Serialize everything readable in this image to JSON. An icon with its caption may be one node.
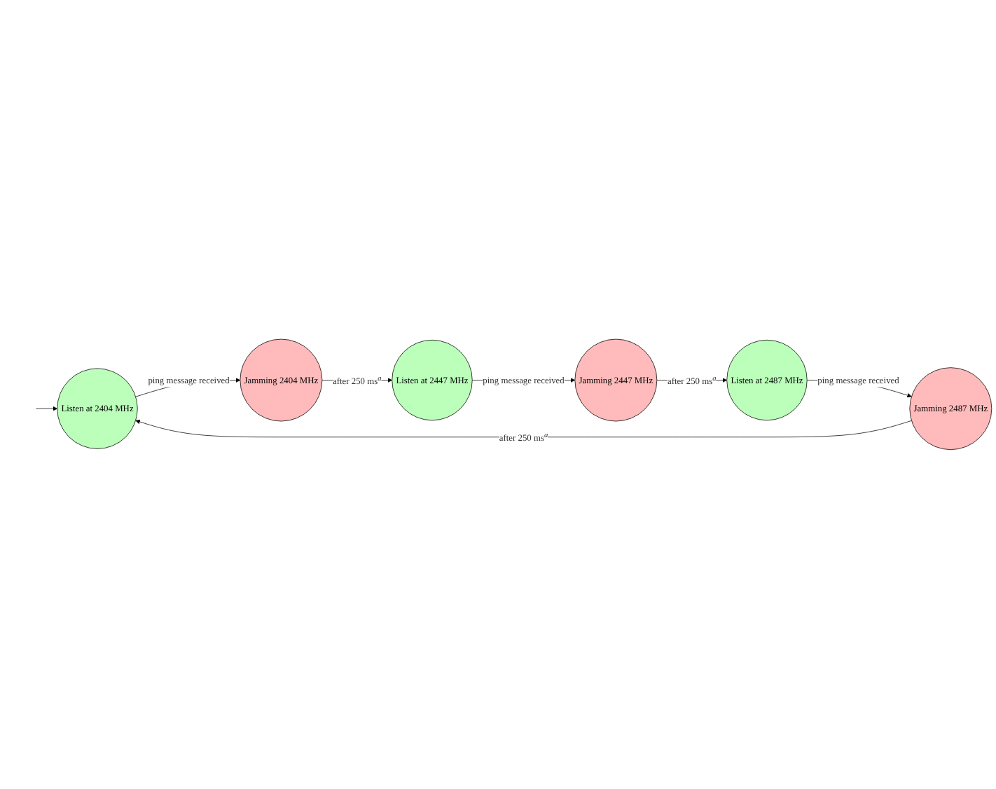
{
  "diagram": {
    "nodes": [
      {
        "text": [
          "Listen at 2404 MHz"
        ]
      },
      {
        "text": [
          "Jamming 2404 MHz"
        ]
      },
      {
        "text": [
          "Listen at 2447 MHz"
        ]
      },
      {
        "text": [
          "Jamming 2447 MHz"
        ]
      },
      {
        "text": [
          "Listen at 2487 MHz"
        ]
      },
      {
        "text": [
          "Jamming 2487 MHz"
        ]
      }
    ],
    "edges": [
      {
        "from": null,
        "to": 0,
        "arrow": "to"
      },
      {
        "from": 0,
        "to": 1,
        "arrow": "to",
        "label": "ping message received"
      },
      {
        "from": 1,
        "to": 2,
        "arrow": "to",
        "label": "after 250 ms$^{a}$"
      },
      {
        "from": 2,
        "to": 3,
        "arrow": "to",
        "label": "ping message received"
      },
      {
        "from": 3,
        "to": 4,
        "arrow": "to",
        "label": "after 250 ms$^{a}$"
      },
      {
        "from": 4,
        "to": 5,
        "arrow": "to",
        "label": "ping message received"
      },
      {
        "from": 5,
        "to": 0,
        "arrow": "to",
        "label": "after 250 ms$^{a}$"
      }
    ]
  }
}
